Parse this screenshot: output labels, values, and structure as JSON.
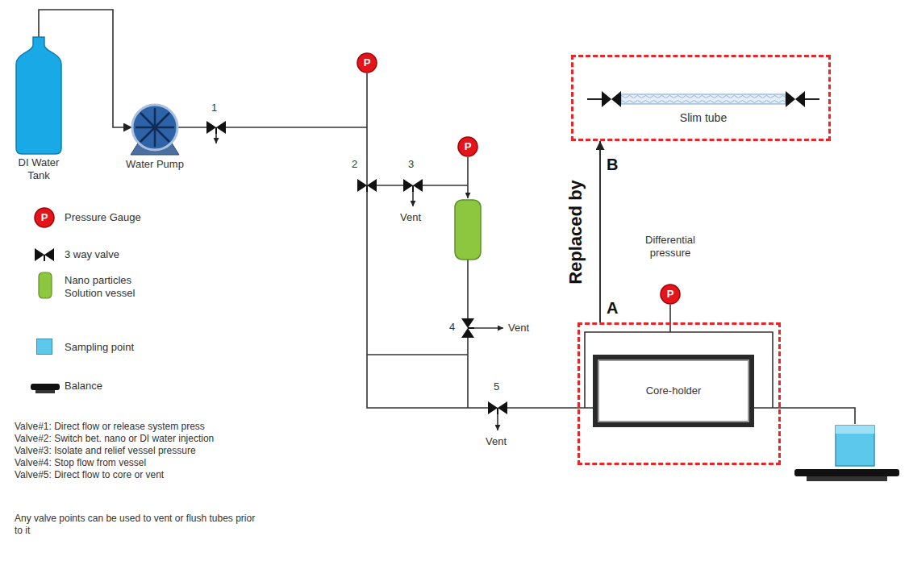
{
  "diagram": {
    "nodes": [
      {
        "text": [
          "DI Water Tank"
        ]
      },
      {
        "text": [
          "Water Pump"
        ]
      },
      {
        "text": [
          "P"
        ]
      },
      {
        "text": [
          "B"
        ]
      },
      {
        "text": [
          "Slim tube"
        ],
        "in": 3
      },
      {
        "text": [
          "P"
        ]
      },
      {
        "text": [
          "P"
        ]
      },
      {
        "text": [
          "A"
        ]
      },
      {
        "text": [
          "Core-holder"
        ],
        "in": 7
      }
    ],
    "edges": [
      {
        "from": 0,
        "to": 1,
        "arrow": "to"
      },
      {
        "from": 7,
        "to": 3,
        "label": "Replaced by",
        "arrow": "to"
      },
      {
        "from": 6,
        "to": 7,
        "arrow": "none"
      }
    ],
    "labels": [
      "1",
      "2",
      "3",
      "Vent",
      "4",
      "Vent",
      "5",
      "Vent",
      "Differential pressure",
      "P",
      "Valve#1: Direct flow or release system press",
      "Valve#2: Switch bet. nano or DI water injection",
      "Valve#3: Isolate and relief vessel pressure",
      "Valve#4: Stop flow from vessel",
      "Valve#5: Direct flow to core or vent",
      "Any valve points can be used to vent or flush tubes prior to it"
    ],
    "legend": [
      {
        "text": "Pressure Gauge"
      },
      {
        "text": "3 way valve"
      },
      {
        "text": "Nano particles Solution vessel"
      },
      {
        "text": "Sampling point",
        "color": "#5cc8ec"
      },
      {
        "text": "Balance"
      }
    ]
  }
}
